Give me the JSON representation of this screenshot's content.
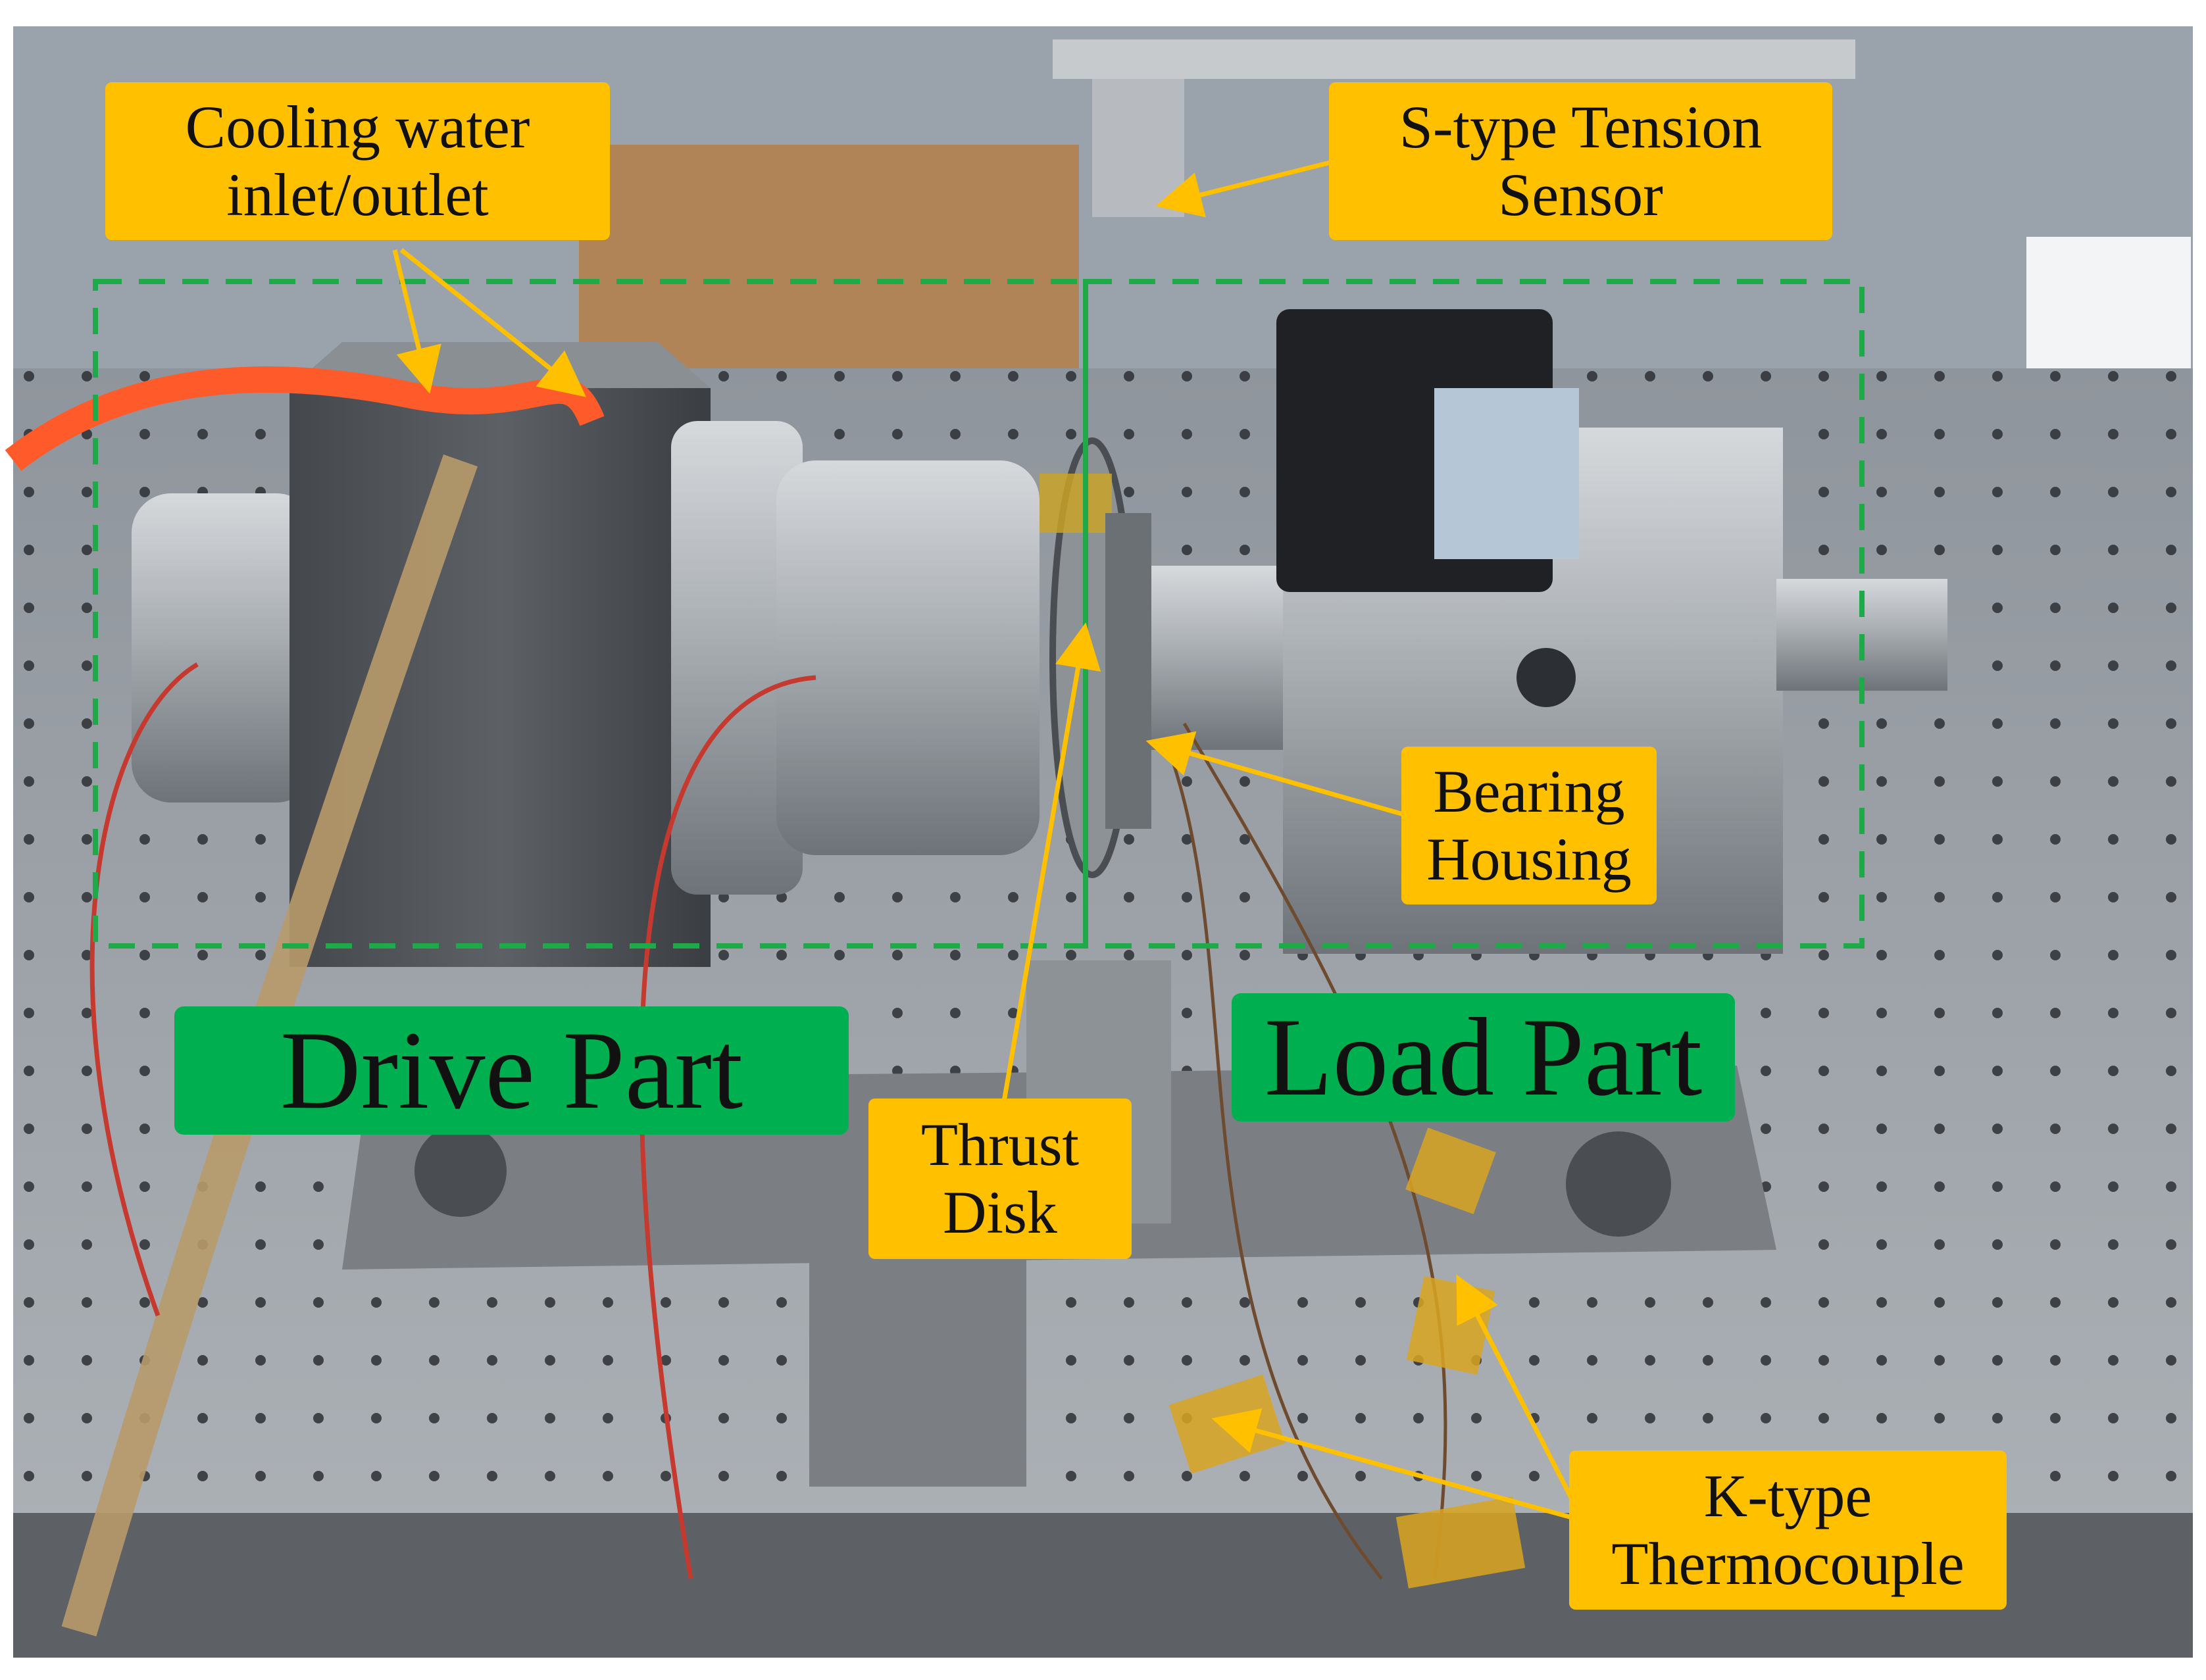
{
  "colors": {
    "label_fill": "#FFC000",
    "title_fill": "#00B050",
    "dashed_box": "#1FAA4A",
    "arrow": "#FFC000"
  },
  "labels": {
    "cooling": {
      "line1": "Cooling water",
      "line2": "inlet/outlet"
    },
    "sensor": {
      "line1": "S-type Tension",
      "line2": "Sensor"
    },
    "bearing": {
      "line1": "Bearing",
      "line2": "Housing"
    },
    "thrust": {
      "line1": "Thrust",
      "line2": "Disk"
    },
    "thermo": {
      "line1": "K-type",
      "line2": "Thermocouple"
    },
    "drive": "Drive Part",
    "load": "Load Part"
  }
}
